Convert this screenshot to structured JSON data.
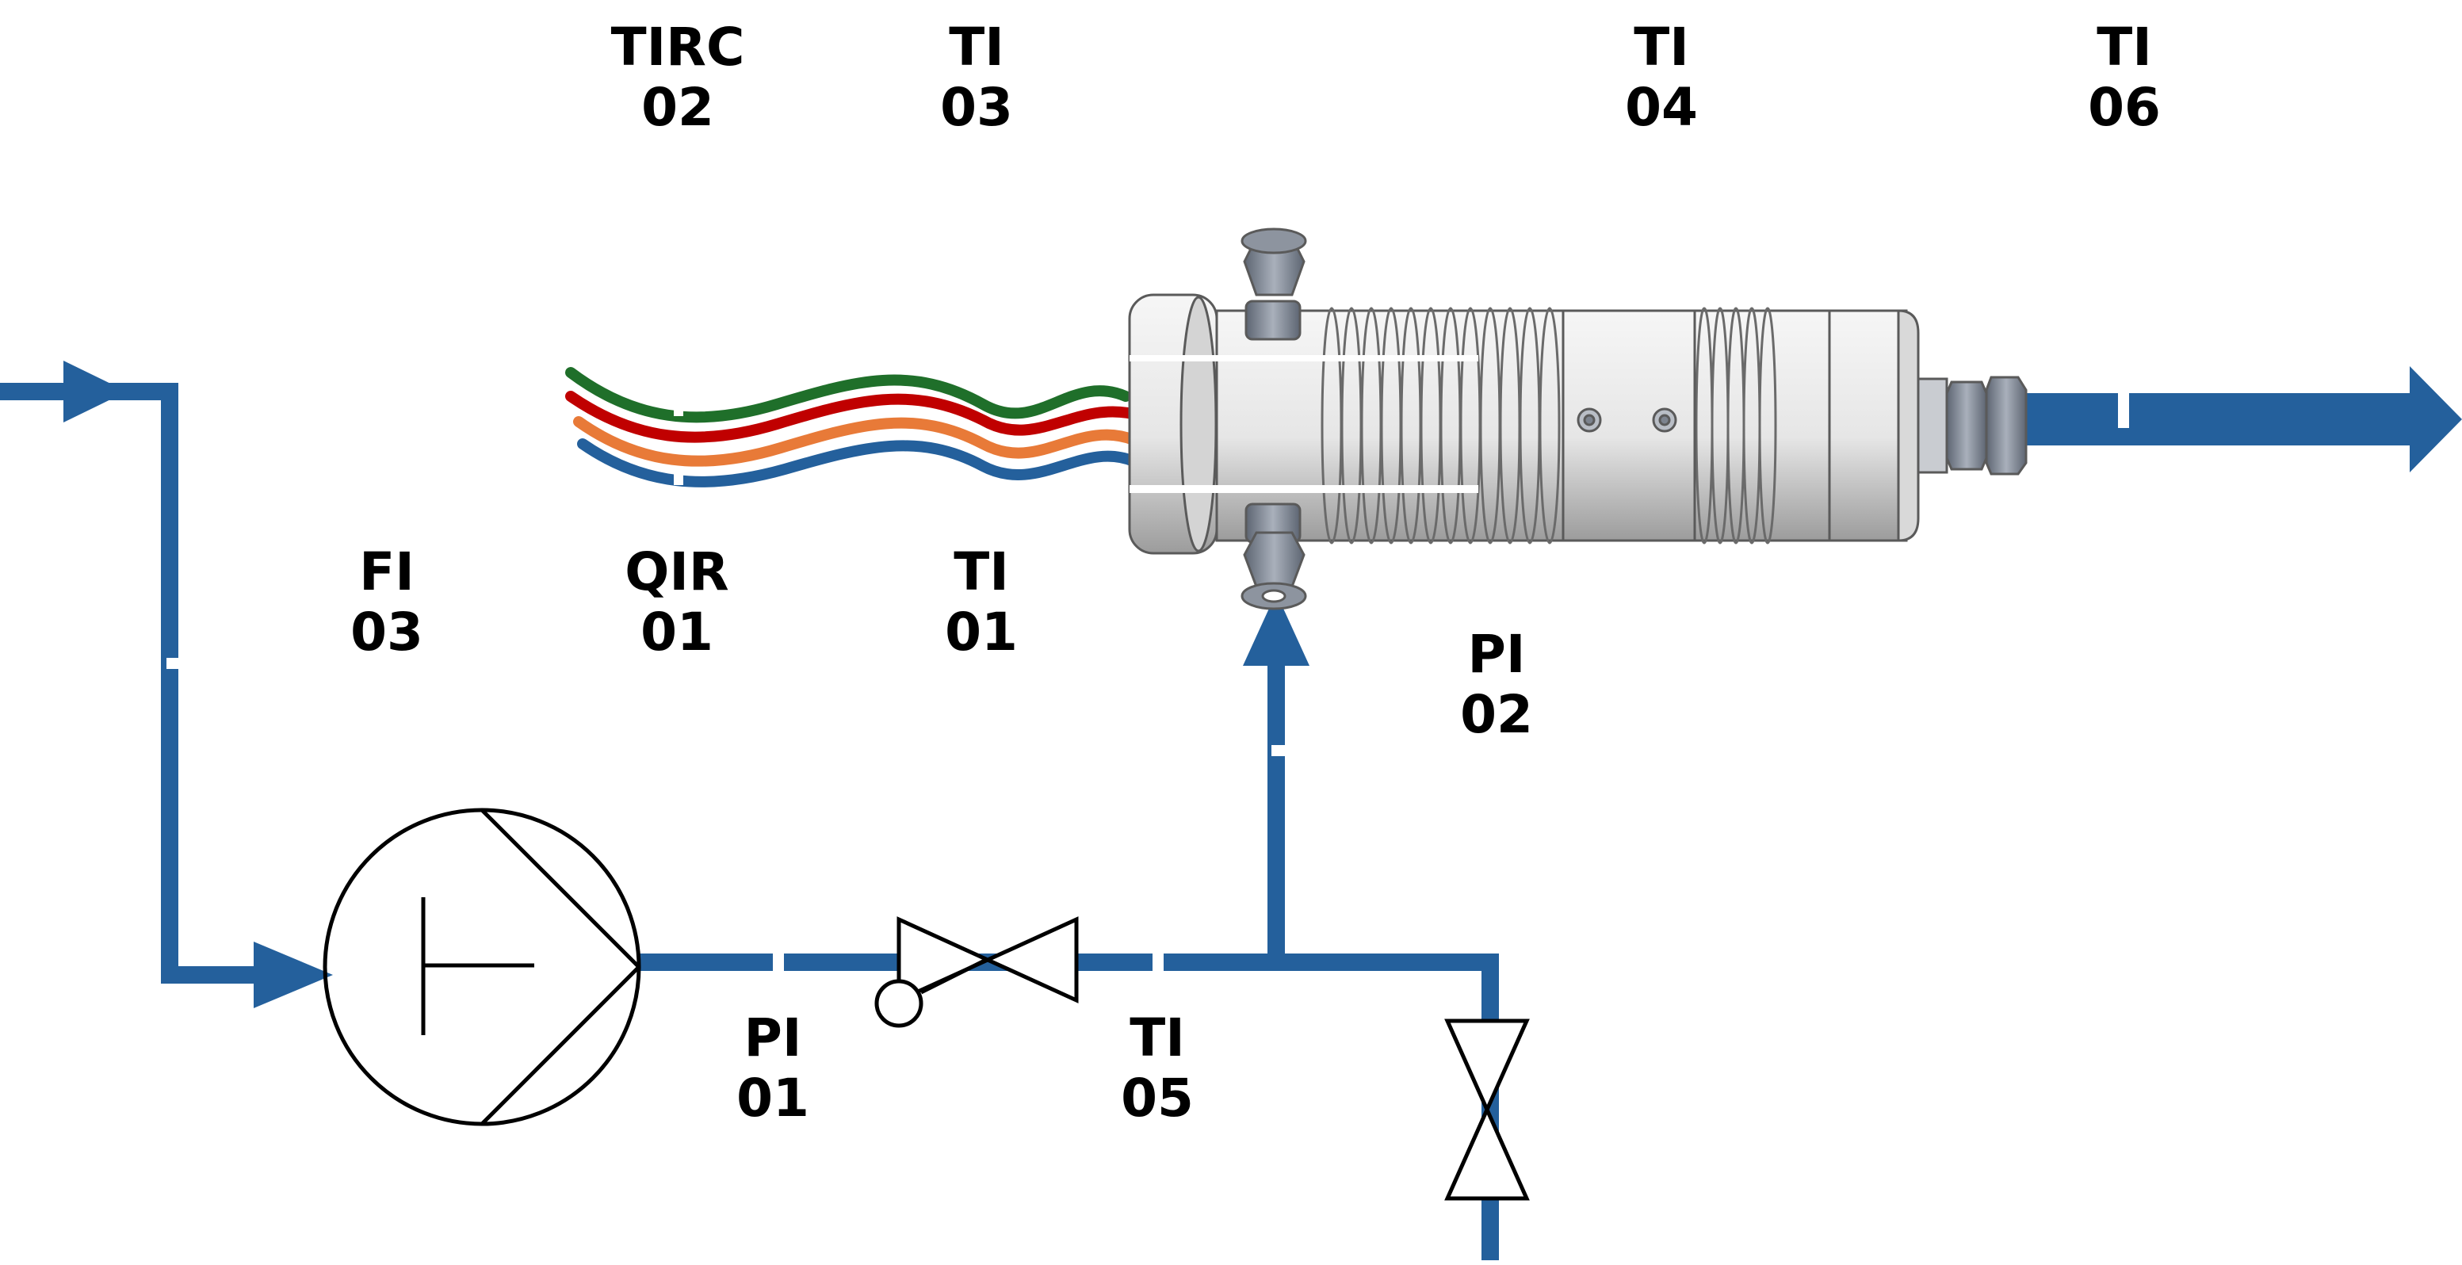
{
  "colors": {
    "pipe": "#24609C",
    "wire_green": "#1F6F2A",
    "wire_red": "#C00000",
    "wire_orange": "#E87A38",
    "wire_blue": "#24609C",
    "symbol_stroke": "#000000",
    "reactor_body": "#E8E8E8",
    "reactor_edge": "#5A5A5A",
    "fitting": "#707885"
  },
  "instrument_tags": {
    "tirc02": {
      "line1": "TIRC",
      "line2": "02"
    },
    "ti03": {
      "line1": "TI",
      "line2": "03"
    },
    "ti04": {
      "line1": "TI",
      "line2": "04"
    },
    "ti06": {
      "line1": "TI",
      "line2": "06"
    },
    "fi03": {
      "line1": "FI",
      "line2": "03"
    },
    "qir01": {
      "line1": "QIR",
      "line2": "01"
    },
    "ti01": {
      "line1": "TI",
      "line2": "01"
    },
    "pi02": {
      "line1": "PI",
      "line2": "02"
    },
    "pi01": {
      "line1": "PI",
      "line2": "01"
    },
    "ti05": {
      "line1": "TI",
      "line2": "05"
    }
  },
  "equipment": {
    "pump": "centrifugal-pump-symbol",
    "control_valve": "globe-valve-with-actuator-symbol",
    "drain_valve": "gate-valve-symbol",
    "reactor": "tubular-reactor-with-heating-jacket"
  }
}
